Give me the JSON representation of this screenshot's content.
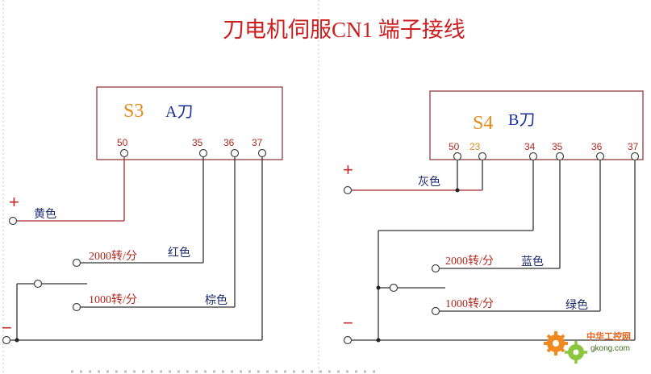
{
  "title": "刀电机伺服CN1 端子接线",
  "left_panel": {
    "name": "S3",
    "blade": "A刀",
    "pins": [
      "50",
      "35",
      "36",
      "37"
    ],
    "plus": "+",
    "minus": "−",
    "wire_yellow": "黄色",
    "wire_red": "红色",
    "wire_brown": "棕色",
    "speed_high": "2000转/分",
    "speed_low": "1000转/分"
  },
  "right_panel": {
    "name": "S4",
    "blade": "B刀",
    "pins": [
      "50",
      "23",
      "34",
      "35",
      "36",
      "37"
    ],
    "plus": "+",
    "minus": "−",
    "wire_gray": "灰色",
    "wire_blue": "蓝色",
    "wire_green": "绿色",
    "speed_high": "2000转/分",
    "speed_low": "1000转/分"
  },
  "watermark": {
    "brand": "中华工控网",
    "url": "gkong.com"
  },
  "colors": {
    "title": "#cc1f1f",
    "wire_dark": "#404040",
    "wire_red": "#a52a2a",
    "box_name": "#e8891a",
    "box_sub": "#1c2fa0"
  }
}
